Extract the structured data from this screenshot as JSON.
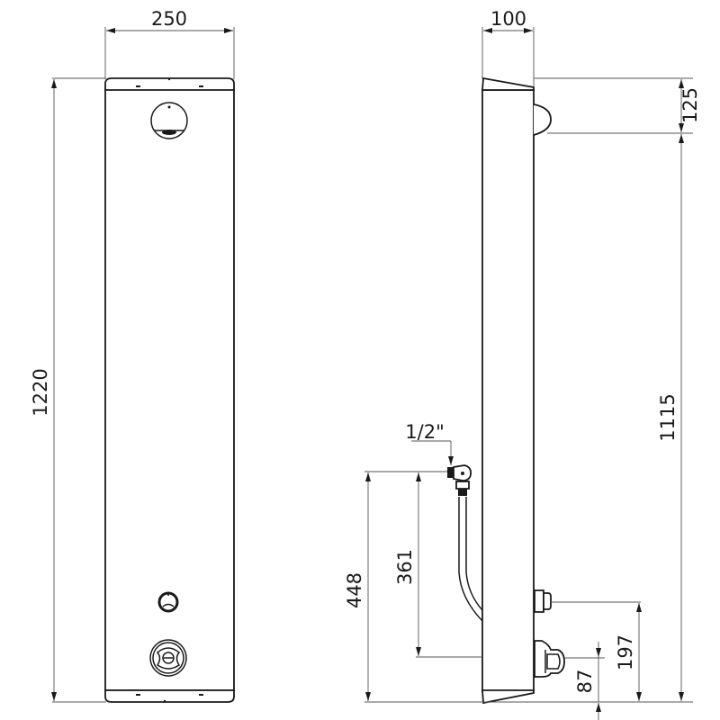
{
  "drawing": {
    "type": "technical dimension drawing",
    "views": [
      "front-view",
      "side-view"
    ],
    "front_view": {
      "width_label": "250",
      "height_label": "1220"
    },
    "side_view": {
      "depth_label": "100",
      "top_to_shower_head_label": "125",
      "shower_head_to_bottom_label": "1115",
      "pipe_connection_label": "1/2\"",
      "inlet_height_label": "448",
      "pipe_length_label": "361",
      "push_button_height_label": "197",
      "mixer_height_label": "87"
    },
    "units": "mm"
  }
}
